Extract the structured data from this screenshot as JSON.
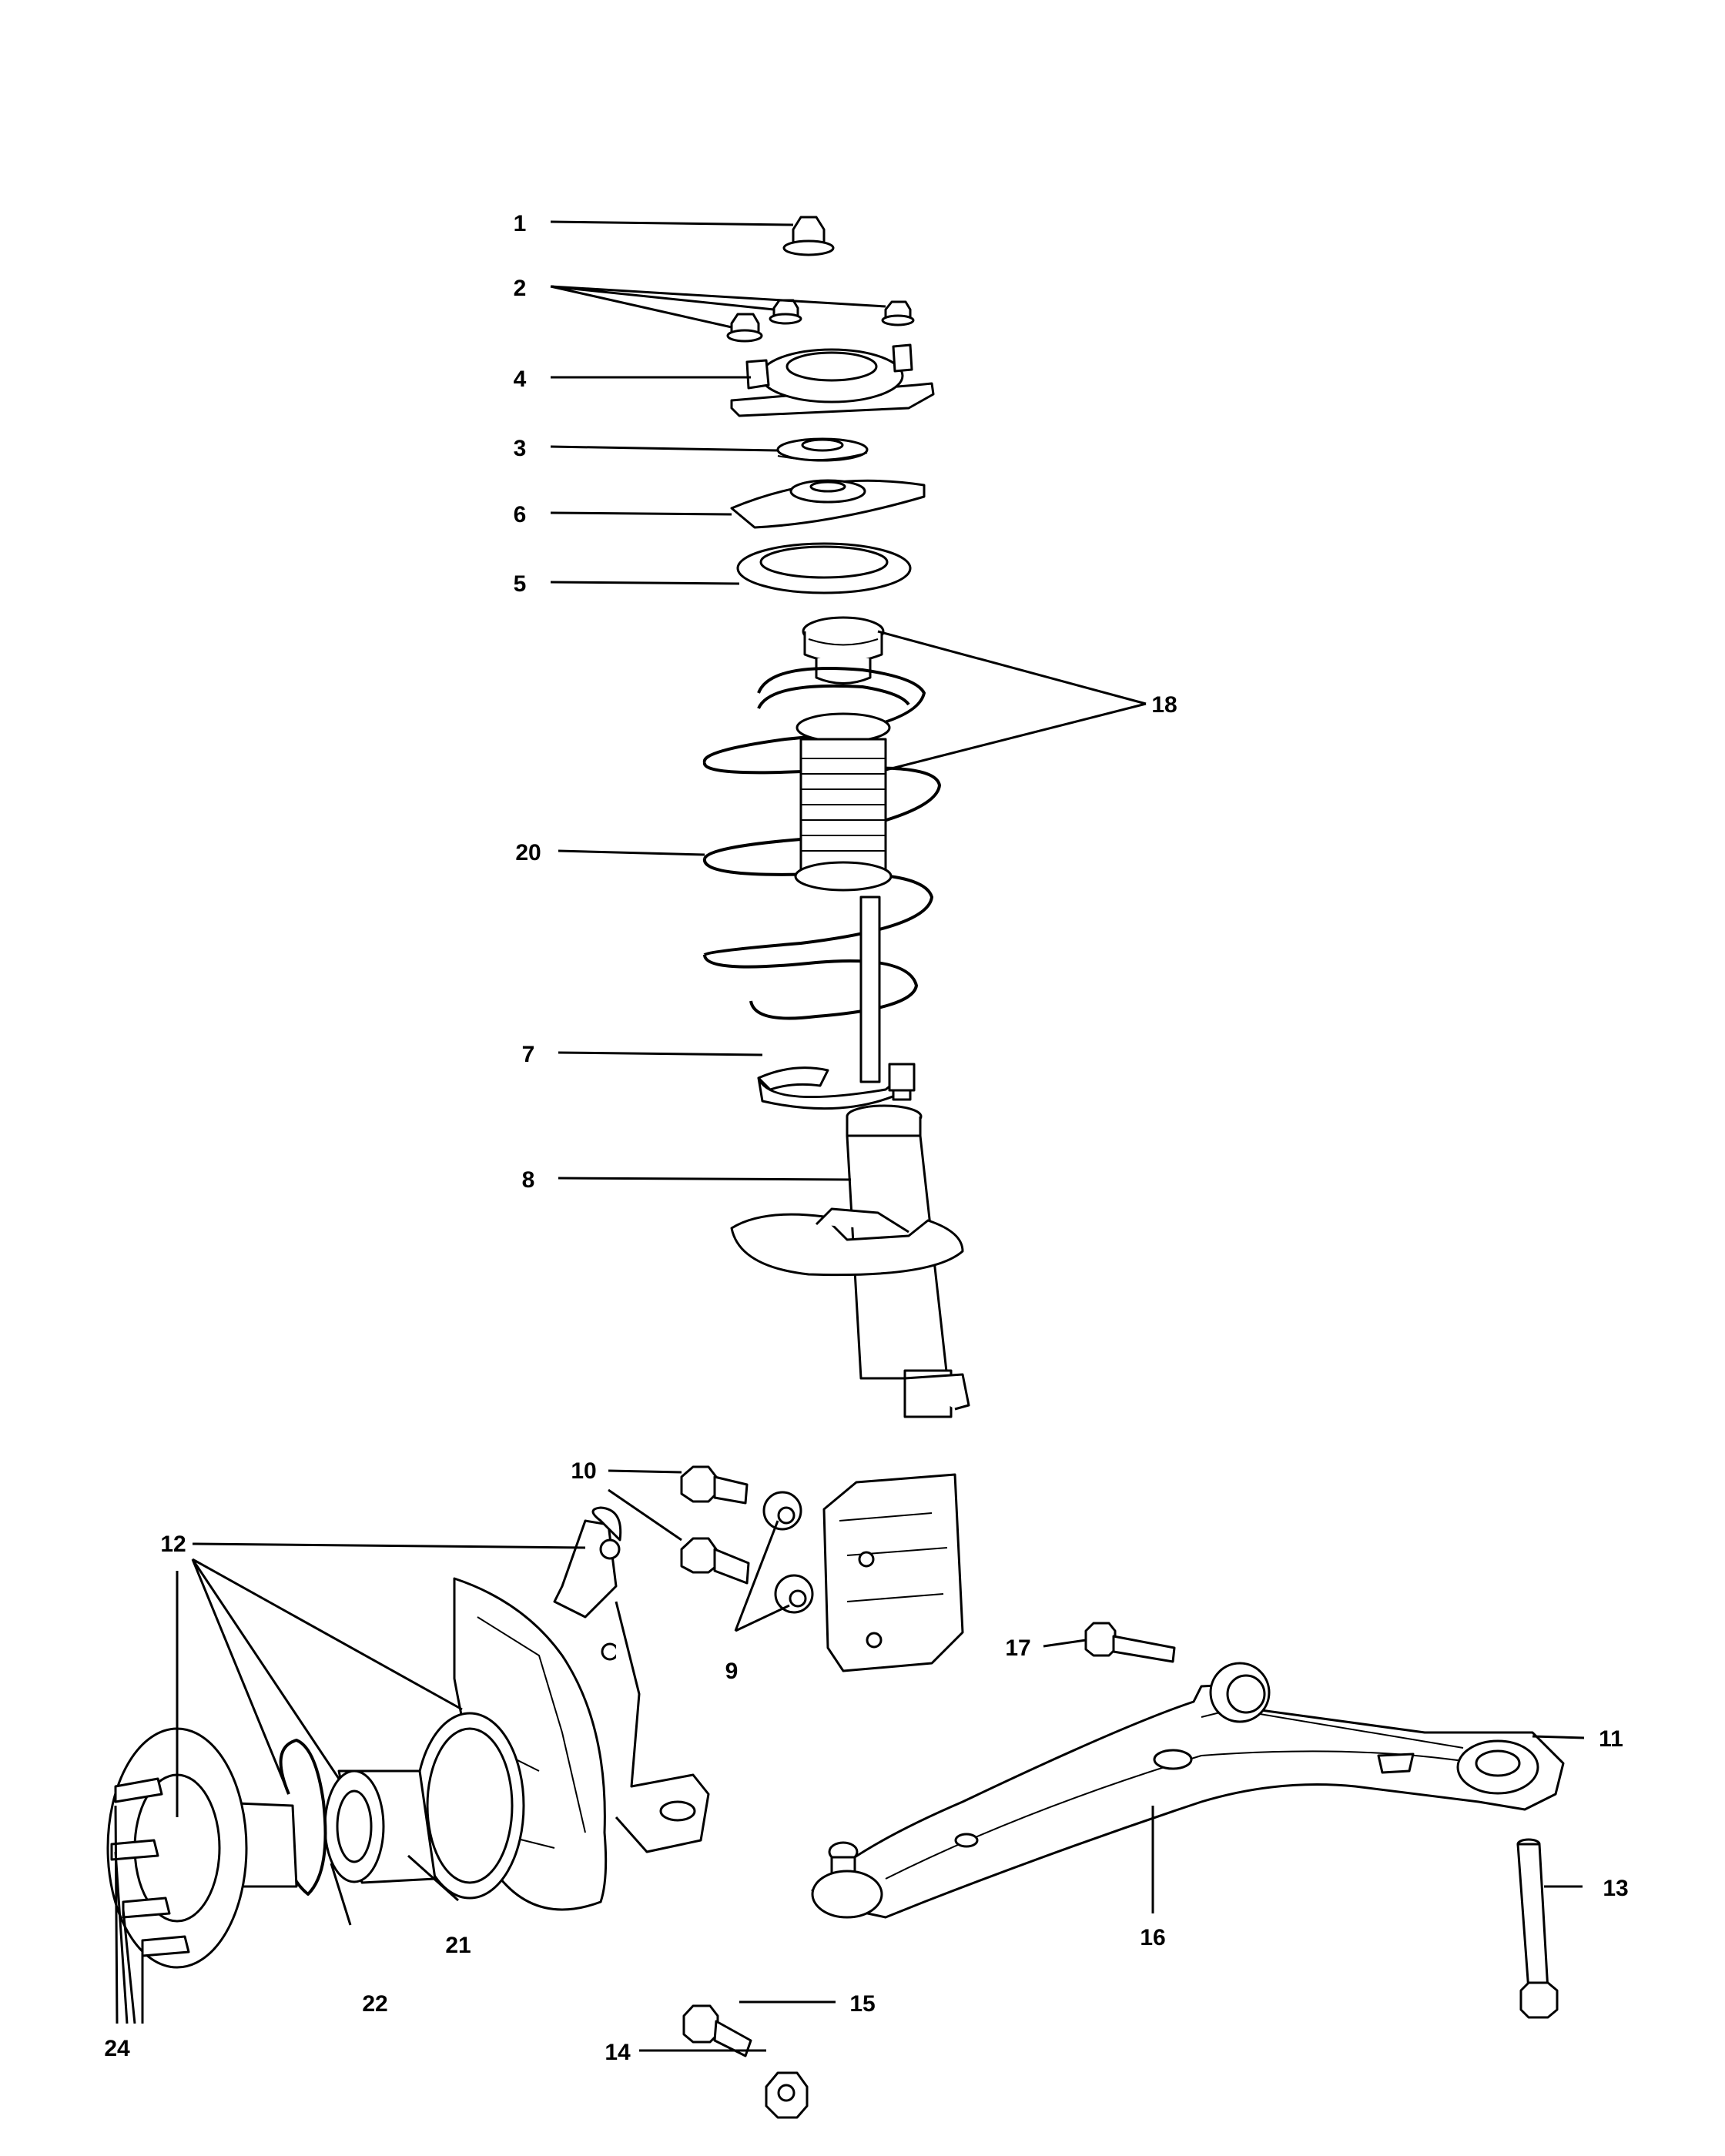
{
  "diagram": {
    "callouts": [
      "1",
      "2",
      "4",
      "3",
      "6",
      "5",
      "18",
      "20",
      "7",
      "8",
      "10",
      "12",
      "9",
      "17",
      "11",
      "13",
      "16",
      "15",
      "14",
      "24",
      "22",
      "21"
    ]
  }
}
